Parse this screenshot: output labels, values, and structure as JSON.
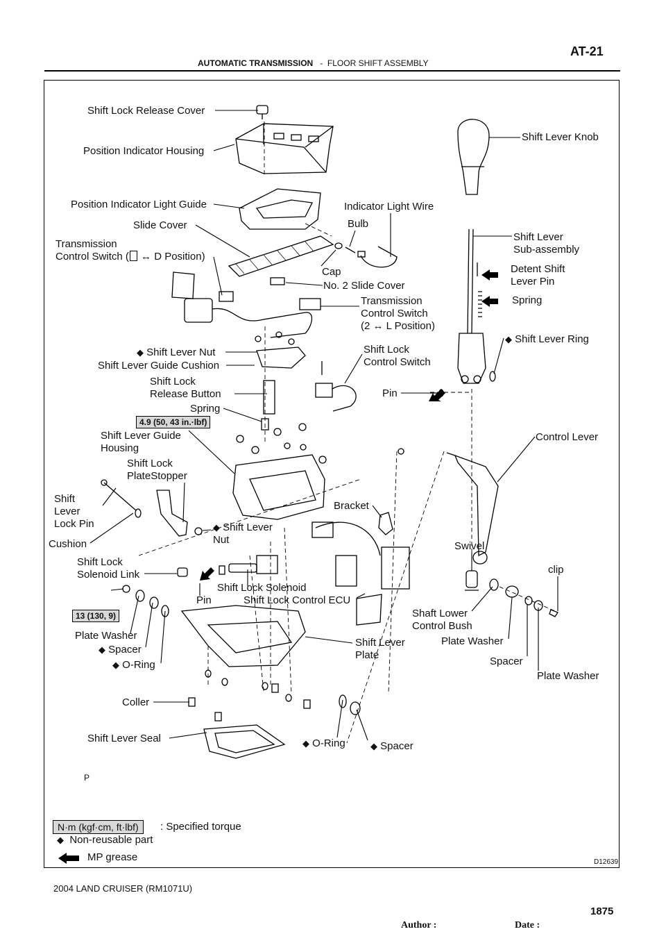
{
  "header": {
    "code": "AT-21",
    "section": "AUTOMATIC TRANSMISSION",
    "separator": "-",
    "subsection": "FLOOR SHIFT ASSEMBLY"
  },
  "diagram": {
    "figure_id": "D12639",
    "p_mark": "P",
    "labels": {
      "shift_lock_release_cover": "Shift Lock Release Cover",
      "position_indicator_housing": "Position Indicator Housing",
      "shift_lever_knob": "Shift Lever Knob",
      "position_indicator_light_guide": "Position Indicator Light Guide",
      "indicator_light_wire": "Indicator Light Wire",
      "bulb": "Bulb",
      "slide_cover": "Slide Cover",
      "shift_lever_sub_assembly": "Shift Lever\nSub-assembly",
      "transmission_control_switch_d_line1": "Transmission",
      "transmission_control_switch_d_line2": "Control Switch (",
      "transmission_control_switch_d_line2b": " ↔ D Position)",
      "cap": "Cap",
      "detent_shift_lever_pin": "Detent Shift\nLever Pin",
      "no2_slide_cover": "No. 2 Slide Cover",
      "spring_upper": "Spring",
      "transmission_control_switch_l": "Transmission\nControl Switch\n(2 ↔ L Position)",
      "shift_lever_nut_upper": "Shift Lever Nut",
      "shift_lever_ring": "Shift Lever Ring",
      "shift_lock_control_switch": "Shift Lock\nControl Switch",
      "shift_lever_guide_cushion": "Shift Lever Guide Cushion",
      "shift_lock_release_button": "Shift Lock\nRelease Button",
      "pin_upper": "Pin",
      "spring_mid": "Spring",
      "shift_lever_guide_housing": "Shift Lever Guide\nHousing",
      "control_lever": "Control Lever",
      "shift_lock_plate_stopper": "Shift Lock\nPlateStopper",
      "shift_lever_lock_pin": "Shift\nLever\nLock Pin",
      "bracket": "Bracket",
      "shift_lever_nut_lower": "Shift Lever\nNut",
      "cushion": "Cushion",
      "swivel": "Swivel",
      "shift_lock_solenoid_link": "Shift Lock\nSolenoid Link",
      "clip": "clip",
      "shift_lock_solenoid": "Shift Lock Solenoid",
      "pin_lower": "Pin",
      "shift_lock_control_ecu": "Shift Lock Control ECU",
      "shaft_lower_control_bush": "Shaft Lower\nControl Bush",
      "plate_washer_left": "Plate Washer",
      "plate_washer_mid": "Plate Washer",
      "shift_lever_plate": "Shift Lever\nPlate",
      "spacer_left": "Spacer",
      "spacer_right": "Spacer",
      "o_ring_left": "O-Ring",
      "plate_washer_right": "Plate Washer",
      "coller": "Coller",
      "shift_lever_seal": "Shift Lever Seal",
      "o_ring_bottom": "O-Ring",
      "spacer_bottom": "Spacer"
    },
    "torques": {
      "guide_housing_bolt": "4.9 (50, 43 in.·lbf)",
      "plate_nut": "13 (130, 9)"
    },
    "non_reusable_symbol": "◆"
  },
  "legend": {
    "torque_box": "N·m (kgf·cm, ft·lbf)",
    "torque_text": ": Specified torque",
    "nonreusable_text": "Non-reusable  part",
    "grease_text": "MP grease"
  },
  "footer": {
    "model": "2004 LAND CRUISER   (RM1071U)",
    "page_number": "1875",
    "author_label": "Author :",
    "date_label": "Date :"
  }
}
